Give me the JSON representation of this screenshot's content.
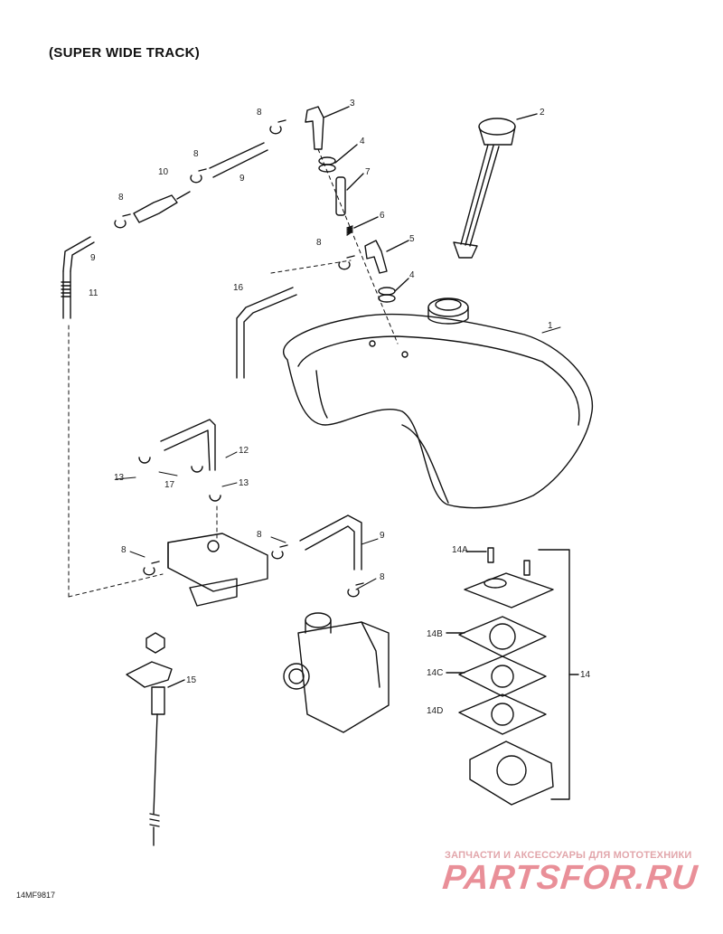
{
  "diagram": {
    "title": "(SUPER WIDE TRACK)",
    "figure_code": "14MF9817",
    "callouts": {
      "c1": "1",
      "c2": "2",
      "c3": "3",
      "c4a": "4",
      "c4b": "4",
      "c5": "5",
      "c6": "6",
      "c7": "7",
      "c8a": "8",
      "c8b": "8",
      "c8c": "8",
      "c8d": "8",
      "c8e": "8",
      "c8f": "8",
      "c8g": "8",
      "c9a": "9",
      "c9b": "9",
      "c9c": "9",
      "c10": "10",
      "c11": "11",
      "c12": "12",
      "c13a": "13",
      "c13b": "13",
      "c14": "14",
      "c14a": "14A",
      "c14b": "14B",
      "c14c": "14C",
      "c14d": "14D",
      "c15": "15",
      "c16": "16",
      "c17": "17"
    }
  },
  "watermark": {
    "tagline": "ЗАПЧАСТИ И АКСЕССУАРЫ ДЛЯ МОТОТЕХНИКИ",
    "logo": "PARTSFOR.RU",
    "color": "#e98f98"
  }
}
